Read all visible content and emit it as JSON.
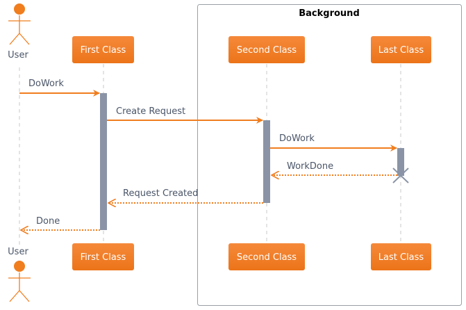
{
  "group": {
    "title": "Background"
  },
  "participants": {
    "user": {
      "label": "User"
    },
    "first": {
      "label": "First Class"
    },
    "second": {
      "label": "Second Class"
    },
    "last": {
      "label": "Last Class"
    }
  },
  "messages": [
    {
      "label": "DoWork",
      "style": "solid"
    },
    {
      "label": "Create Request",
      "style": "solid"
    },
    {
      "label": "DoWork",
      "style": "solid"
    },
    {
      "label": "WorkDone",
      "style": "dotted"
    },
    {
      "label": "Request Created",
      "style": "dotted"
    },
    {
      "label": "Done",
      "style": "dotted"
    }
  ],
  "colors": {
    "accent": "#f07d1e",
    "activation": "#8a94a6",
    "lifeline": "#c8c8c8",
    "text": "#4a5568",
    "destroy": "#8a94a6"
  },
  "icons": {
    "actor": "user-actor-icon",
    "destroy": "destroy-x-icon"
  }
}
